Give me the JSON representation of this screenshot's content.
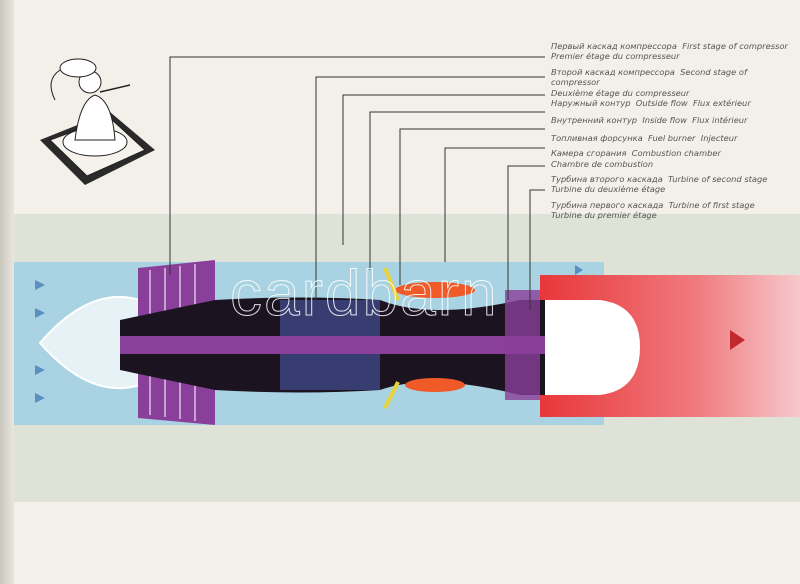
{
  "labels": [
    {
      "ru": "Первый каскад компрессора",
      "en": "First stage of compressor",
      "fr": "Premier étage du compresseur"
    },
    {
      "ru": "Второй каскад компрессора",
      "en": "Second stage of compressor",
      "fr": "Deuxième étage du compresseur"
    },
    {
      "ru": "Наружный контур",
      "en": "Outside flow",
      "fr": "Flux extérieur"
    },
    {
      "ru": "Внутренний контур",
      "en": "Inside flow",
      "fr": "Flux intérieur"
    },
    {
      "ru": "Топливная форсунка",
      "en": "Fuel burner",
      "fr": "Injecteur"
    },
    {
      "ru": "Камера сгорания",
      "en": "Combustion chamber",
      "fr": "Chambre de combustion"
    },
    {
      "ru": "Турбина второго каскада",
      "en": "Turbine of second stage",
      "fr": "Turbine du deuxième étage"
    },
    {
      "ru": "Турбина первого каскада",
      "en": "Turbine of first stage",
      "fr": "Turbine du premier étage"
    }
  ],
  "watermark": "cardbarn",
  "colors": {
    "outside_flow": "#a9d3e2",
    "compressor": "#8a3f9a",
    "exhaust": "#e8373a",
    "engine_core": "#1b1420"
  }
}
